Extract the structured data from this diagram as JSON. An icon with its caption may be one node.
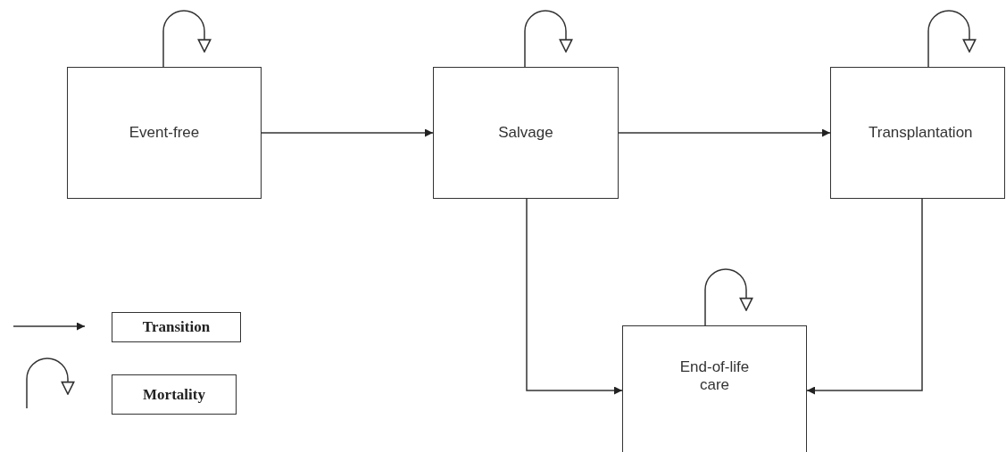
{
  "diagram": {
    "nodes": [
      {
        "text": [
          "Event-free"
        ]
      },
      {
        "text": [
          "Salvage"
        ]
      },
      {
        "text": [
          "Transplantation"
        ]
      },
      {
        "text": [
          "End-of-life care"
        ]
      }
    ],
    "edges": [
      {
        "from": 0,
        "to": 1,
        "arrow": "to"
      },
      {
        "from": 1,
        "to": 2,
        "arrow": "to"
      },
      {
        "from": 1,
        "to": 3,
        "arrow": "to"
      },
      {
        "from": 2,
        "to": 3,
        "arrow": "to"
      },
      {
        "from": 0,
        "to": null,
        "arrow": "to"
      },
      {
        "from": 1,
        "to": null,
        "arrow": "to"
      },
      {
        "from": 2,
        "to": null,
        "arrow": "to"
      },
      {
        "from": 3,
        "to": null,
        "arrow": "to"
      }
    ],
    "legend": [
      {
        "text": "Transition"
      },
      {
        "text": "Mortality"
      }
    ]
  }
}
